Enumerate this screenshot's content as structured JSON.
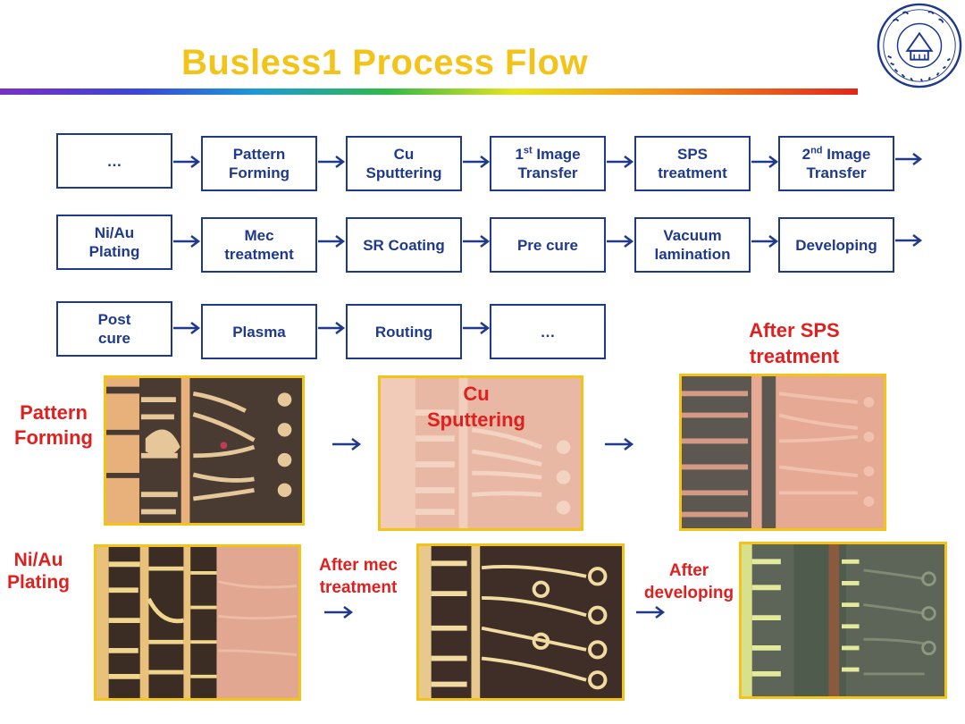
{
  "header": {
    "title": "Busless1 Process Flow"
  },
  "flow": {
    "row1": [
      {
        "text": "…"
      },
      {
        "text": "Pattern\nForming"
      },
      {
        "text": "Cu\nSputtering"
      },
      {
        "pre": "1",
        "sup": "st",
        "post": " Image\nTransfer"
      },
      {
        "text": "SPS\ntreatment"
      },
      {
        "pre": "2",
        "sup": "nd",
        "post": " Image\nTransfer"
      }
    ],
    "row2": [
      {
        "text": "Ni/Au\nPlating"
      },
      {
        "text": "Mec\ntreatment"
      },
      {
        "text": "SR Coating"
      },
      {
        "text": "Pre cure"
      },
      {
        "text": "Vacuum\nlamination"
      },
      {
        "text": "Developing"
      }
    ],
    "row3": [
      {
        "text": "Post\ncure"
      },
      {
        "text": "Plasma"
      },
      {
        "text": "Routing"
      },
      {
        "text": "…"
      }
    ]
  },
  "photos": {
    "pattern_forming": "Pattern\nForming",
    "cu_sputtering": "Cu\nSputtering",
    "after_sps": "After SPS\ntreatment",
    "ni_au_plating": "Ni/Au\nPlating",
    "after_mec": "After mec\ntreatment",
    "after_developing": "After\ndeveloping"
  },
  "colors": {
    "title": "#f2c318",
    "box_border": "#1f3a8c",
    "label": "#e01f1f",
    "photo_frame": "#f2c318"
  }
}
